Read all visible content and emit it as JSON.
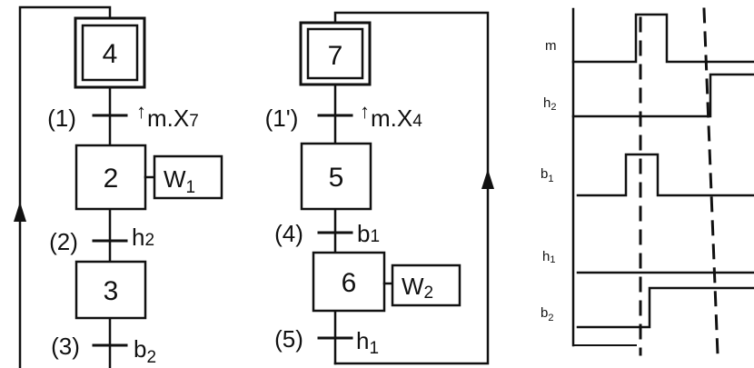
{
  "grafcet_left": {
    "steps": [
      {
        "num": "4",
        "initial": true
      },
      {
        "num": "2",
        "action": "W",
        "action_sub": "1"
      },
      {
        "num": "3"
      }
    ],
    "transitions": [
      {
        "id": "(1)",
        "cond_main": "m.X",
        "cond_sub": "7",
        "edge": "↑"
      },
      {
        "id": "(2)",
        "cond_main": "h",
        "cond_sub": "2"
      },
      {
        "id": "(3)",
        "cond_main": "b",
        "cond_sub": "2"
      }
    ]
  },
  "grafcet_right": {
    "steps": [
      {
        "num": "7",
        "initial": true
      },
      {
        "num": "5"
      },
      {
        "num": "6",
        "action": "W",
        "action_sub": "2"
      }
    ],
    "transitions": [
      {
        "id": "(1')",
        "cond_main": "m.X",
        "cond_sub": "4",
        "edge": "↑"
      },
      {
        "id": "(4)",
        "cond_main": "b",
        "cond_sub": "1"
      },
      {
        "id": "(5)",
        "cond_main": "h",
        "cond_sub": "1"
      }
    ]
  },
  "timing": {
    "signals": [
      {
        "main": "m",
        "sub": ""
      },
      {
        "main": "h",
        "sub": "2"
      },
      {
        "main": "b",
        "sub": "1"
      },
      {
        "main": "h",
        "sub": "1"
      },
      {
        "main": "b",
        "sub": "2"
      }
    ]
  }
}
